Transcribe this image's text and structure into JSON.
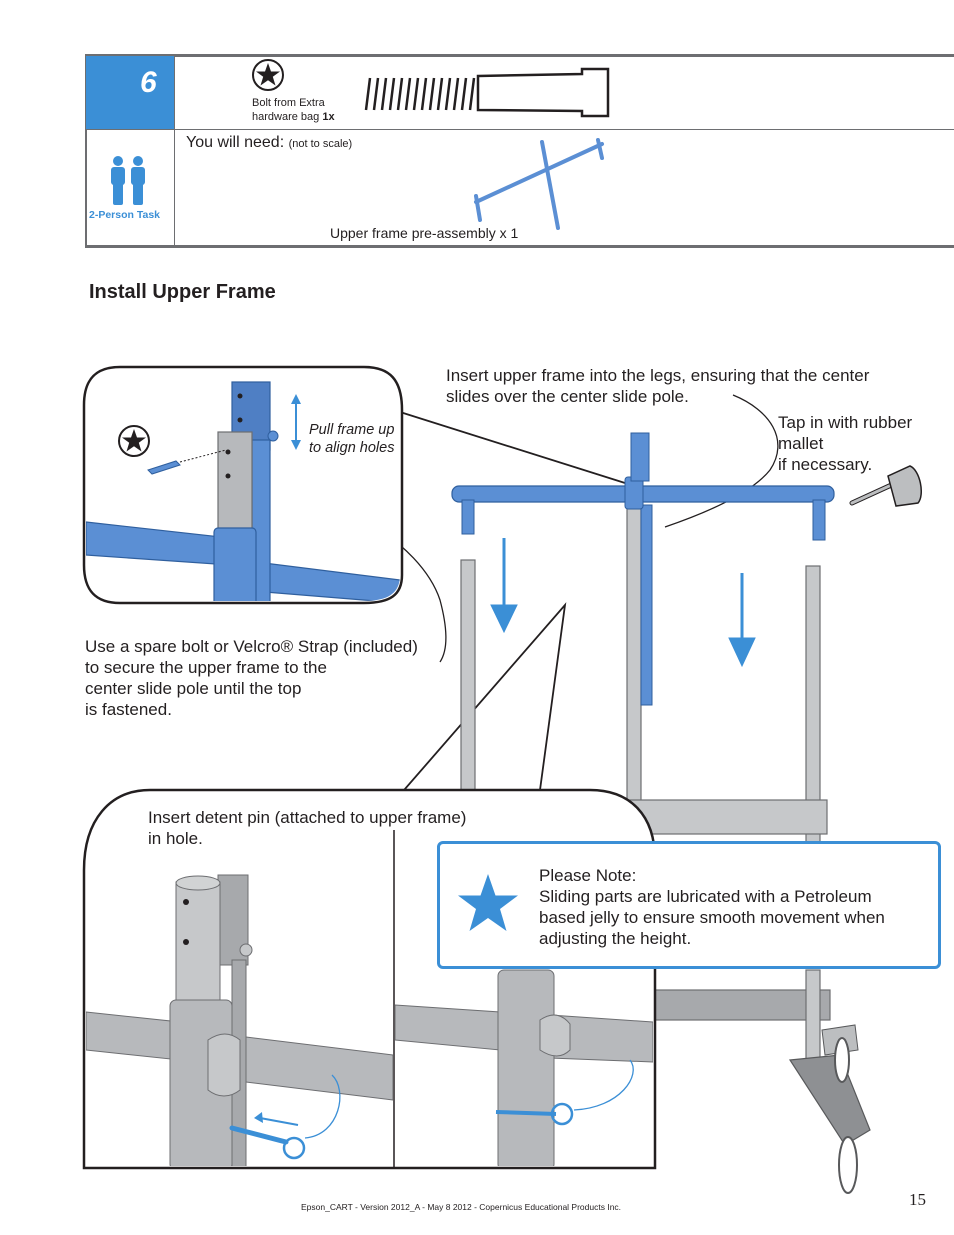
{
  "header": {
    "step_number": "6",
    "bolt_caption_line1": "Bolt from Extra",
    "bolt_caption_line2": "hardware bag",
    "bolt_qty": "1x",
    "you_will_need": "You will need:",
    "not_to_scale": "(not to scale)",
    "person_task": "2-Person Task",
    "upper_frame_caption": "Upper frame pre-assembly x 1"
  },
  "section_title": "Install Upper Frame",
  "instructions": {
    "insert_upper_line1": "Insert upper frame into the legs, ensuring that the center",
    "insert_upper_line2": "slides over the center slide pole.",
    "tap_line1": "Tap in with rubber",
    "tap_line2": "mallet",
    "tap_line3": "if necessary.",
    "pull_line1": "Pull frame up",
    "pull_line2": "to align holes",
    "spare_line1": "Use a spare bolt or Velcro® Strap (included)",
    "spare_line2": "to secure the upper frame to the",
    "spare_line3": "center slide pole until the top",
    "spare_line4": "is fastened.",
    "detent_line1": "Insert detent pin (attached to upper frame)",
    "detent_line2": "in hole."
  },
  "note": {
    "heading": "Please Note:",
    "line1": "Sliding parts are lubricated with a Petroleum",
    "line2": "based jelly to ensure smooth movement when",
    "line3": "adjusting the height."
  },
  "footer": {
    "credit": "Epson_CART - Version 2012_A - May 8 2012 - Copernicus Educational Products Inc.",
    "page_number": "15"
  },
  "colors": {
    "accent_blue": "#3b8fd6",
    "frame_blue": "#5b8fd4",
    "pole_grey": "#b7b9bc",
    "border_grey": "#6d6e71"
  }
}
